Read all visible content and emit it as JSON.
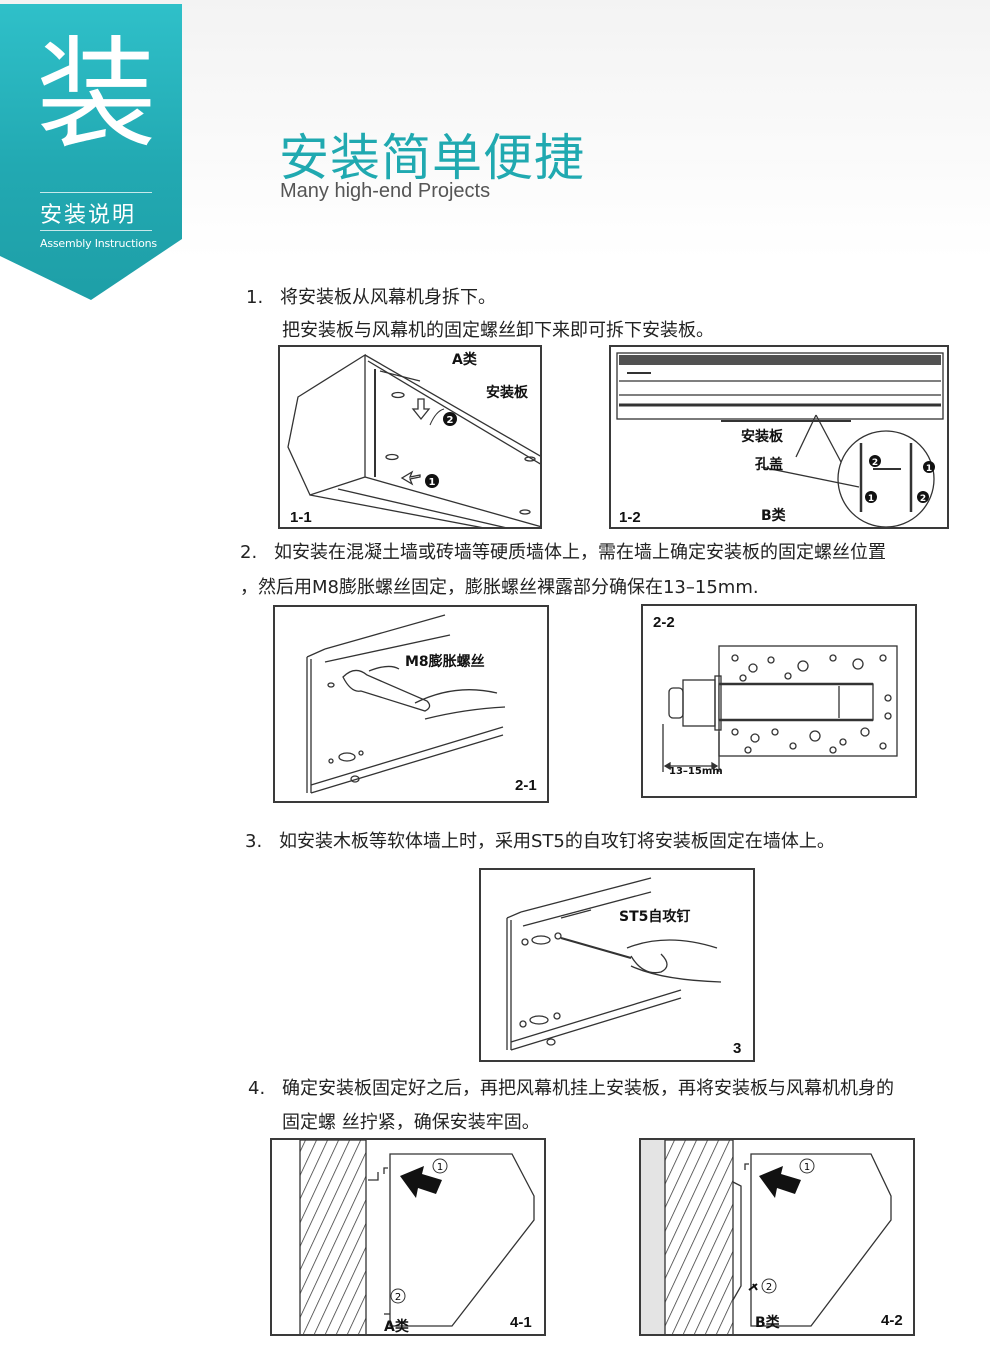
{
  "ribbon": {
    "big_char": "装",
    "title_cn": "安装说明",
    "title_en": "Assembly Instructions",
    "color": "#22abb3"
  },
  "header": {
    "title_cn": "安装简单便捷",
    "subtitle_en": "Many high-end Projects",
    "title_color": "#20a9b0"
  },
  "steps": [
    {
      "number": "1.",
      "lines": [
        "将安装板从风幕机身拆下。",
        "把安装板与风幕机的固定螺丝卸下来即可拆下安装板。"
      ]
    },
    {
      "number": "2.",
      "lines": [
        "如安装在混凝土墙或砖墙等硬质墙体上，需在墙上确定安装板的固定螺丝位置",
        "，然后用M8膨胀螺丝固定，膨胀螺丝裸露部分确保在13–15mm."
      ]
    },
    {
      "number": "3.",
      "lines": [
        "如安装木板等软体墙上时，采用ST5的自攻钉将安装板固定在墙体上。"
      ]
    },
    {
      "number": "4.",
      "lines": [
        "确定安装板固定好之后，再把风幕机挂上安装板，再将安装板与风幕机机身的",
        "固定螺 丝拧紧，确保安装牢固。"
      ]
    }
  ],
  "figures": {
    "fig_1_1": {
      "id": "1-1",
      "type_label": "A类",
      "callouts": [
        "安装板"
      ],
      "markers": [
        "❶",
        "❷"
      ]
    },
    "fig_1_2": {
      "id": "1-2",
      "type_label": "B类",
      "callouts": [
        "安装板",
        "孔盖"
      ],
      "markers": [
        "❶",
        "❷"
      ]
    },
    "fig_2_1": {
      "id": "2-1",
      "callouts": [
        "M8膨胀螺丝"
      ]
    },
    "fig_2_2": {
      "id": "2-2",
      "dimension": "13–15mm"
    },
    "fig_3": {
      "id": "3",
      "callouts": [
        "ST5自攻钉"
      ]
    },
    "fig_4_1": {
      "id": "4-1",
      "type_label": "A类",
      "markers": [
        "①",
        "②"
      ]
    },
    "fig_4_2": {
      "id": "4-2",
      "type_label": "B类",
      "markers": [
        "①",
        "②"
      ]
    }
  }
}
